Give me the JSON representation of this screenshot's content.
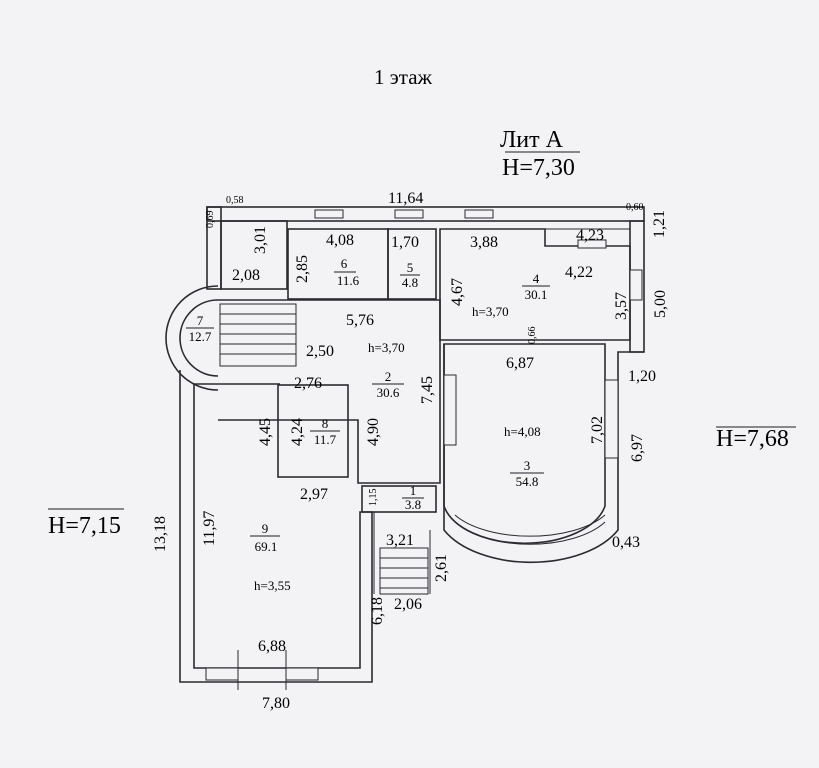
{
  "header": {
    "floor_label": "1 этаж",
    "lit_label": "Лит А",
    "height_main": "H=7,30"
  },
  "side_heights": {
    "left": "H=7,15",
    "right": "H=7,68"
  },
  "rooms": [
    {
      "number": "1",
      "area": "3.8"
    },
    {
      "number": "2",
      "area": "30.6",
      "height": "h=3,70"
    },
    {
      "number": "3",
      "area": "54.8",
      "height": "h=4,08"
    },
    {
      "number": "4",
      "area": "30.1",
      "height": "h=3,70"
    },
    {
      "number": "5",
      "area": "4.8"
    },
    {
      "number": "6",
      "area": "11.6"
    },
    {
      "number": "7",
      "area": "12.7"
    },
    {
      "number": "8",
      "area": "11.7"
    },
    {
      "number": "9",
      "area": "69.1",
      "height": "h=3,55"
    }
  ],
  "dimensions": {
    "top_total": "11,64",
    "corner_tl_a": "0,58",
    "corner_tl_b": "0,69",
    "corner_tr_a": "0,60",
    "corner_tr_b": "1,21",
    "d_301": "3,01",
    "d_208": "2,08",
    "d_408": "4,08",
    "d_285": "2,85",
    "d_170": "1,70",
    "d_388": "3,88",
    "d_423": "4,23",
    "d_422": "4,22",
    "d_467": "4,67",
    "d_357": "3,57",
    "d_500": "5,00",
    "d_576": "5,76",
    "d_250": "2,50",
    "d_066": "0,66",
    "d_687": "6,87",
    "d_120": "1,20",
    "d_745": "7,45",
    "d_276": "2,76",
    "d_445": "4,45",
    "d_424": "4,24",
    "d_490": "4,90",
    "d_702": "7,02",
    "d_697": "6,97",
    "d_297": "2,97",
    "d_115": "1,15",
    "d_1318": "13,18",
    "d_1197": "11,97",
    "d_321": "3,21",
    "d_261": "2,61",
    "d_043": "0,43",
    "d_618": "6,18",
    "d_206": "2,06",
    "d_688": "6,88",
    "d_780": "7,80"
  }
}
